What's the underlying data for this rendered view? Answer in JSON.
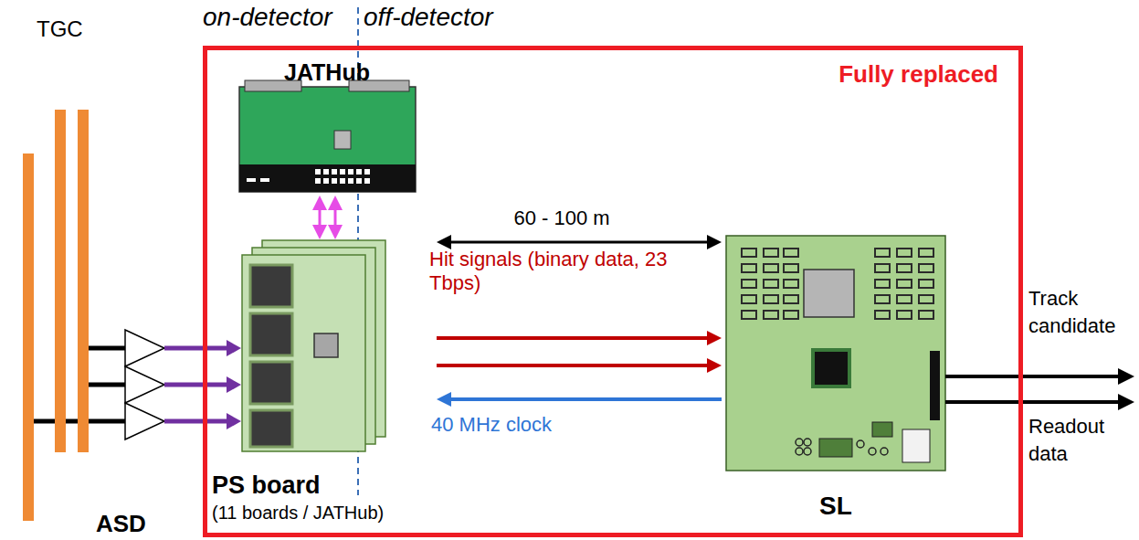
{
  "diagram": {
    "nodes": [
      {
        "text": [
          "Fully replaced"
        ]
      },
      {
        "text": [
          "JATHub"
        ],
        "in": 0
      },
      {
        "text": [
          "PS board",
          "(11 boards / JATHub)"
        ],
        "in": 0
      },
      {
        "text": [
          "SL"
        ],
        "in": 0
      }
    ],
    "edges": [
      {
        "from": 1,
        "to": 2,
        "arrow": "both"
      },
      {
        "from": 1,
        "to": 2,
        "arrow": "both"
      },
      {
        "from": 2,
        "to": 3,
        "arrow": "both",
        "label": "60 - 100 m"
      },
      {
        "from": 2,
        "to": 3,
        "arrow": "to",
        "label": "Hit signals (binary data, 23 Tbps)"
      },
      {
        "from": 2,
        "to": 3,
        "arrow": "to"
      },
      {
        "from": 3,
        "to": 2,
        "arrow": "to",
        "label": "40 MHz clock"
      }
    ],
    "labels": [
      "on-detector",
      "off-detector",
      "TGC",
      "ASD",
      "Track candidate",
      "Readout data"
    ]
  }
}
